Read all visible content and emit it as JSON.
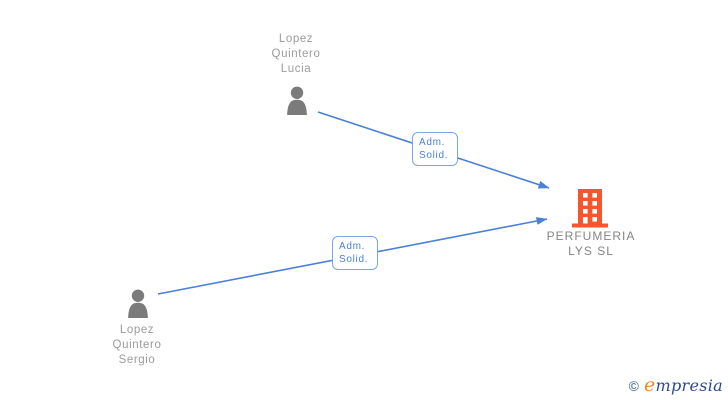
{
  "diagram_type": "ownership-graph",
  "nodes": {
    "lucia": {
      "name": "Lopez\nQuintero\nLucia",
      "icon": "person-icon"
    },
    "sergio": {
      "name": "Lopez\nQuintero\nSergio",
      "icon": "person-icon"
    },
    "company": {
      "name": "PERFUMERIA\nLYS SL",
      "icon": "building-icon"
    }
  },
  "edges": [
    {
      "from": "Lopez Quintero Lucia",
      "to": "PERFUMERIA LYS SL",
      "label": "Adm.\nSolid."
    },
    {
      "from": "Lopez Quintero Sergio",
      "to": "PERFUMERIA LYS SL",
      "label": "Adm.\nSolid."
    }
  ],
  "colors": {
    "edge_blue": "#4a80d8",
    "edge_label_border": "#7aa6e8",
    "person_gray": "#7b7b7b",
    "person_name_text": "#9b9b9b",
    "company_name_text": "#858585",
    "building_orange": "#f4572b",
    "logo_copyright": "#6080a8",
    "logo_initial_orange": "#ef8a1a",
    "logo_text_navy": "#2a4a8c"
  },
  "logo": {
    "copyright": "©",
    "brand_initial": "e",
    "brand_rest": "mpresia"
  }
}
